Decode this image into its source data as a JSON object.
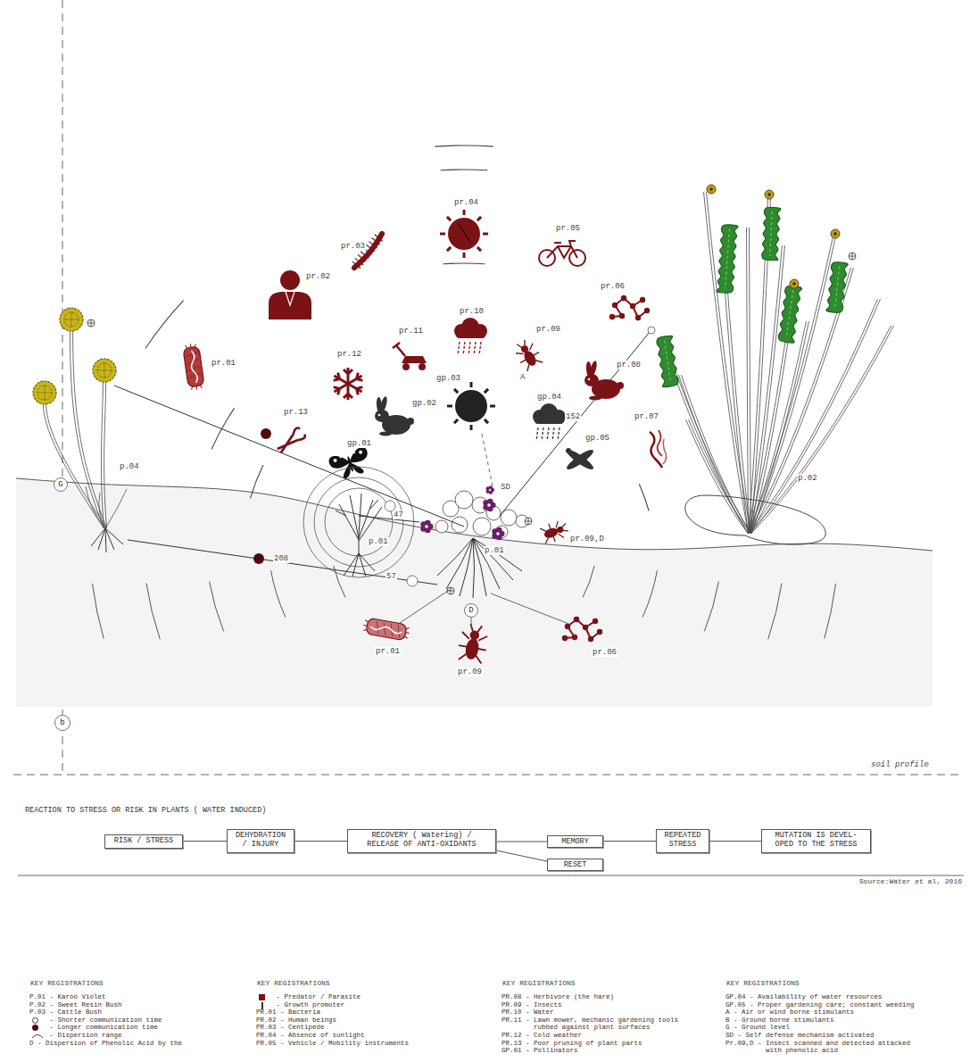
{
  "diagram": {
    "title": "REACTION TO STRESS OR RISK IN PLANTS ( WATER INDUCED)",
    "caption": "Source:Water et al, 2016",
    "nodes": [
      {
        "text": [
          "G"
        ]
      },
      {
        "text": [
          "D"
        ]
      },
      {
        "text": [
          "b"
        ]
      },
      {
        "text": [
          "RISK / STRESS"
        ]
      },
      {
        "text": [
          "DEHYDRATION / INJURY"
        ]
      },
      {
        "text": [
          "RECOVERY ( Watering) / RELEASE OF ANTI-OXIDANTS"
        ]
      },
      {
        "text": [
          "MEMORY"
        ]
      },
      {
        "text": [
          "RESET"
        ]
      },
      {
        "text": [
          "REPEATED STRESS"
        ]
      },
      {
        "text": [
          "MUTATION IS DEVEL- OPED TO THE STRESS"
        ]
      }
    ],
    "edges": [
      {
        "from": 3,
        "to": 4,
        "arrow": "none"
      },
      {
        "from": 4,
        "to": 5,
        "arrow": "none"
      },
      {
        "from": 5,
        "to": 6,
        "arrow": "none"
      },
      {
        "from": 5,
        "to": 7,
        "arrow": "none"
      },
      {
        "from": 6,
        "to": 8,
        "arrow": "none"
      },
      {
        "from": 8,
        "to": 9,
        "arrow": "none"
      }
    ],
    "labels": [
      "pr.04",
      "pr.05",
      "pr.03",
      "pr.02",
      "pr.06",
      "pr.01",
      "pr.11",
      "pr.10",
      "pr.09",
      "A",
      "pr.12",
      "gp.03",
      "gp.02",
      "pr.08",
      "gp.04",
      "pr.07",
      "pr.13",
      "152",
      "gp.01",
      "gp.05",
      "p.04",
      "p.02",
      "SD",
      "47",
      "p.01",
      "pr.09,D",
      "p.01",
      "208",
      "57",
      "pr.01",
      "pr.09",
      "pr.06",
      "soil profile",
      "KEY REGISTRATIONS",
      "KEY REGISTRATIONS",
      "KEY REGISTRATIONS",
      "KEY REGISTRATIONS"
    ],
    "legend": [
      {
        "text": "P.01 - Karoo Violet"
      },
      {
        "text": "P.02 - Sweet Resin Bush"
      },
      {
        "text": "P.03 - Cattle Bush"
      },
      {
        "text": "- Shorter communication time"
      },
      {
        "text": "- Longer communication time",
        "color": "#4e0b0e"
      },
      {
        "text": "- Dispersion range"
      },
      {
        "text": "D - Dispersion of Phenolic Acid by the"
      },
      {
        "text": "- Predator / Parasite",
        "color": "#7b1216"
      },
      {
        "text": "- Growth promoter"
      },
      {
        "text": "PR.01 - Bacteria"
      },
      {
        "text": "PR.02 - Human beings"
      },
      {
        "text": "PR.03 - Centipede"
      },
      {
        "text": "PR.04 - Absence of sunlight"
      },
      {
        "text": "PR.05 - Vehicle / Mobility instruments"
      },
      {
        "text": "PR.08 - Herbivore (the hare)"
      },
      {
        "text": "PR.09 - Insects"
      },
      {
        "text": "PR.10 - Water"
      },
      {
        "text": "PR.11 - Lawn mower, mechanic gardening tools rubbed against plant surfaces"
      },
      {
        "text": "PR.12 - Cold weather"
      },
      {
        "text": "PR.13 - Poor pruning of plant parts"
      },
      {
        "text": "GP.01 - Pollinators"
      },
      {
        "text": "GP.04 - Availability of water resources"
      },
      {
        "text": "GP.05 - Proper gardening care; constant weeding"
      },
      {
        "text": "A - Air or wind borne stimulants"
      },
      {
        "text": "B - Ground borne stimulants"
      },
      {
        "text": "G - Ground level"
      },
      {
        "text": "SD - Self defense mechanism activated"
      },
      {
        "text": "Pr.09,D - Insect scanned and detected attacked with phenolic acid"
      }
    ]
  }
}
